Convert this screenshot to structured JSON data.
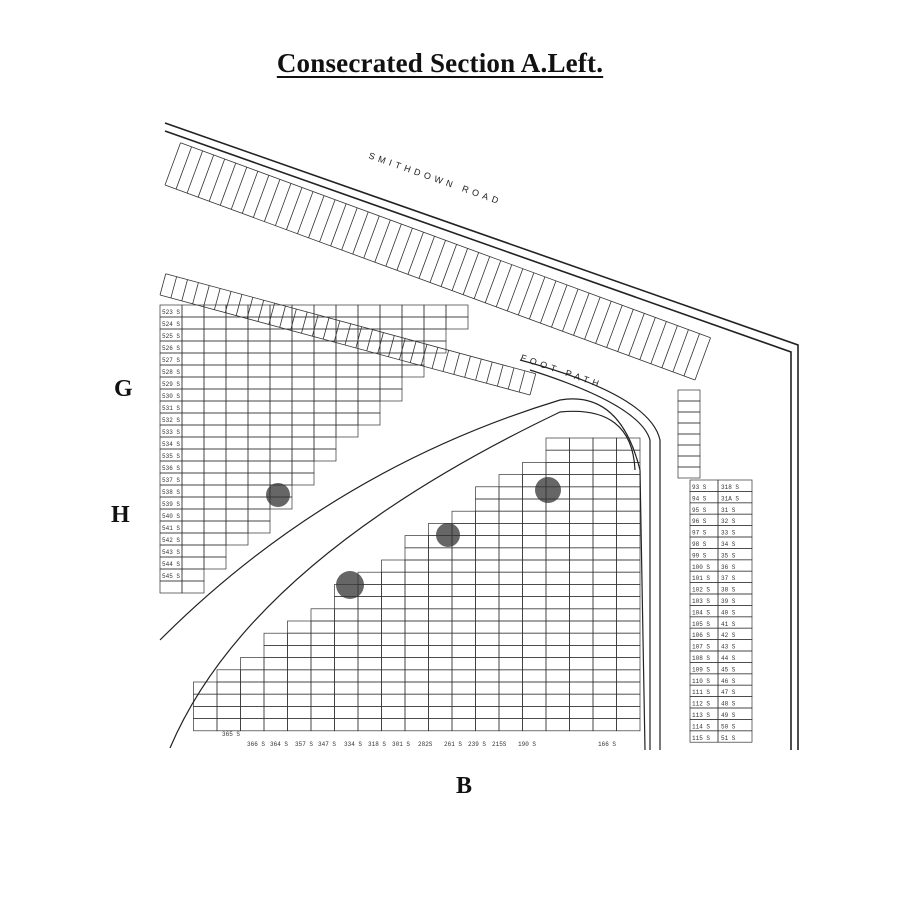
{
  "title": "Consecrated Section A.Left.",
  "section_letters": {
    "left_upper": "G",
    "left_lower": "H",
    "bottom": "B"
  },
  "road_labels": {
    "main_road": "SMITHDOWN ROAD",
    "footpath": "FOOT PATH"
  },
  "plots": {
    "right_column_a": [
      "93 S",
      "94 S",
      "95 S",
      "96 S",
      "97 S",
      "98 S",
      "99 S",
      "100 S",
      "101 S",
      "102 S",
      "103 S",
      "104 S",
      "105 S",
      "106 S",
      "107 S",
      "108 S",
      "109 S",
      "110 S",
      "111 S",
      "112 S",
      "113 S",
      "114 S",
      "115 S"
    ],
    "right_column_b": [
      "318 S",
      "31A S",
      "31 S",
      "32 S",
      "33 S",
      "34 S",
      "35 S",
      "36 S",
      "37 S",
      "38 S",
      "39 S",
      "40 S",
      "41 S",
      "42 S",
      "43 S",
      "44 S",
      "45 S",
      "46 S",
      "47 S",
      "48 S",
      "49 S",
      "50 S",
      "51 S"
    ],
    "left_column": [
      "523 S",
      "524 S",
      "525 S",
      "526 S",
      "527 S",
      "528 S",
      "529 S",
      "530 S",
      "531 S",
      "532 S",
      "533 S",
      "534 S",
      "535 S",
      "536 S",
      "537 S",
      "538 S",
      "539 S",
      "540 S",
      "541 S",
      "542 S",
      "543 S",
      "544 S",
      "545 S"
    ],
    "bottom_row": [
      "365 S",
      "366 S",
      "364 S",
      "357 S",
      "347 S",
      "334 S",
      "318 S",
      "301 S",
      "282S",
      "261 S",
      "239 S",
      "215S",
      "190 S",
      "166 S"
    ]
  },
  "colors": {
    "ink": "#222222",
    "paper": "#ffffff",
    "tree": "#333333"
  },
  "icons": {
    "tree": "tree-icon"
  }
}
